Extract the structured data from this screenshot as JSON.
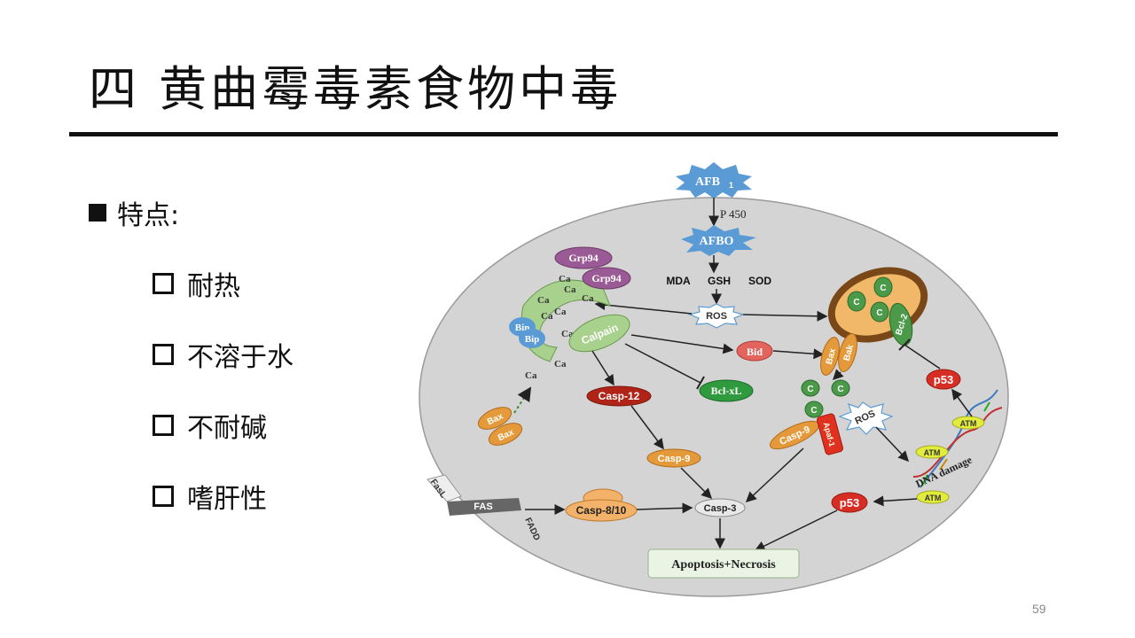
{
  "slide": {
    "title": "四  黄曲霉毒素食物中毒",
    "page_number": "59"
  },
  "bullets": {
    "heading": "特点:",
    "items": [
      "耐热",
      "不溶于水",
      "不耐碱",
      "嗜肝性"
    ]
  },
  "diagram": {
    "afb1": "AFB",
    "afb1_sub": "1",
    "p450": "P 450",
    "afbo": "AFBO",
    "mda": "MDA",
    "gsh": "GSH",
    "sod": "SOD",
    "ros": "ROS",
    "ros2": "ROS",
    "grp94_a": "Grp94",
    "grp94_b": "Grp94",
    "ca": "Ca",
    "bin": "Bin",
    "bip": "Bip",
    "calpain": "Calpain",
    "bid": "Bid",
    "bclxl": "Bcl-xL",
    "casp12": "Casp-12",
    "casp9_a": "Casp-9",
    "casp9_b": "Casp-9",
    "apaf1": "Apaf-1",
    "casp3": "Casp-3",
    "casp810": "Casp-8/10",
    "fasl": "FasL",
    "fas": "FAS",
    "fadd": "FADD",
    "bax": "Bax",
    "bak": "Bak",
    "bcl2": "Bcl-2",
    "cyt_c": "C",
    "p53": "p53",
    "atm": "ATM",
    "dna_damage": "DNA damage",
    "outcome": "Apoptosis+Necrosis"
  },
  "colors": {
    "cell": "#d4d4d4",
    "grp94": "#9a5a95",
    "er": "#a9d18e",
    "bin": "#5b9bd5",
    "calpain": "#a9d18e",
    "casp12": "#b02418",
    "casp9": "#e49a3a",
    "bid": "#e2645c",
    "bclxl": "#2f9a3e",
    "p53": "#d62e24",
    "atm": "#e2ec3c",
    "mito": "#7a4818"
  }
}
